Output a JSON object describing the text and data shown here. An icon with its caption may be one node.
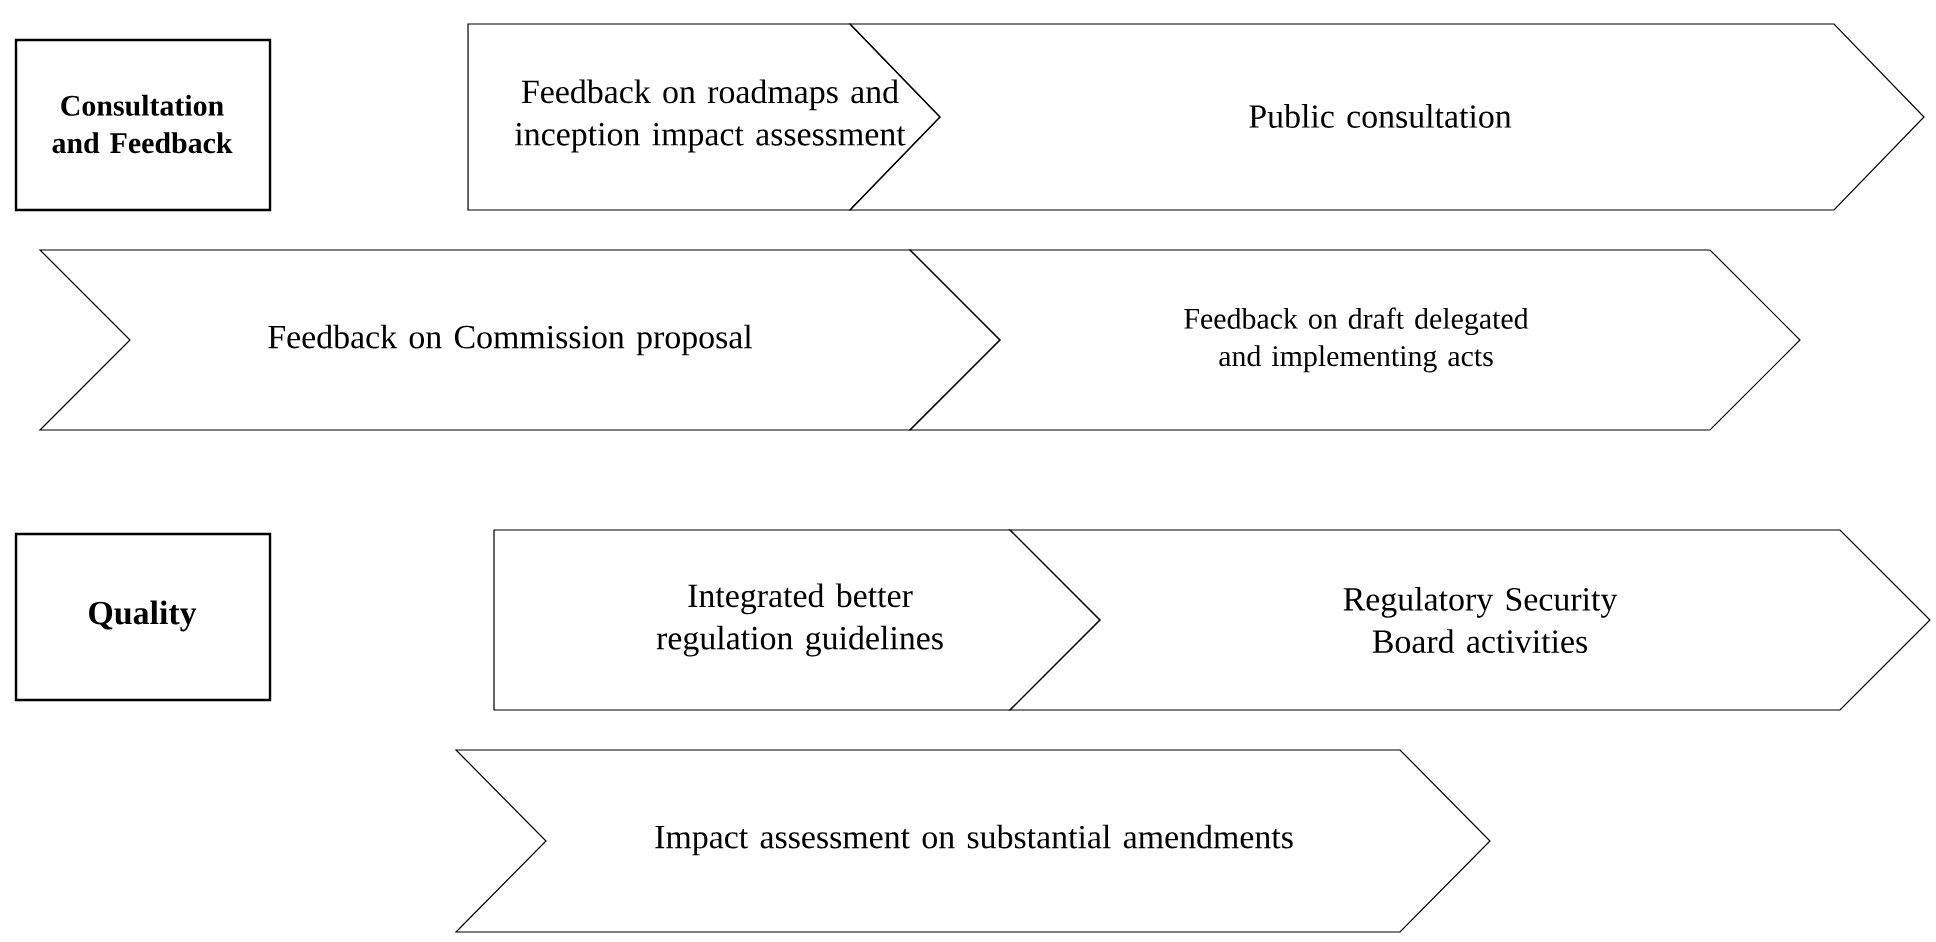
{
  "diagram": {
    "nodes": [
      {
        "text": [
          "Consultation and Feedback"
        ]
      },
      {
        "text": [
          "Feedback on roadmaps and inception impact assessment"
        ]
      },
      {
        "text": [
          "Public consultation"
        ]
      },
      {
        "text": [
          "Feedback on Commission proposal"
        ]
      },
      {
        "text": [
          "Feedback on draft delegated and implementing acts"
        ]
      },
      {
        "text": [
          "Quality"
        ]
      },
      {
        "text": [
          "Integrated better regulation guidelines"
        ]
      },
      {
        "text": [
          "Regulatory Security Board activities"
        ]
      },
      {
        "text": [
          "Impact assessment on substantial amendments"
        ]
      }
    ]
  }
}
